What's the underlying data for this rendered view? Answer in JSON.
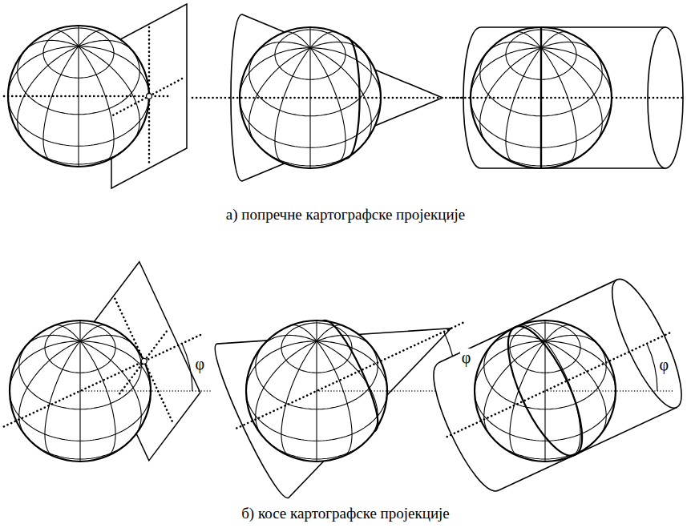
{
  "diagram": {
    "labels": [
      "а) попречне картографске пројекције",
      "φ",
      "φ",
      "φ",
      "б) косе картографске пројекције"
    ]
  }
}
